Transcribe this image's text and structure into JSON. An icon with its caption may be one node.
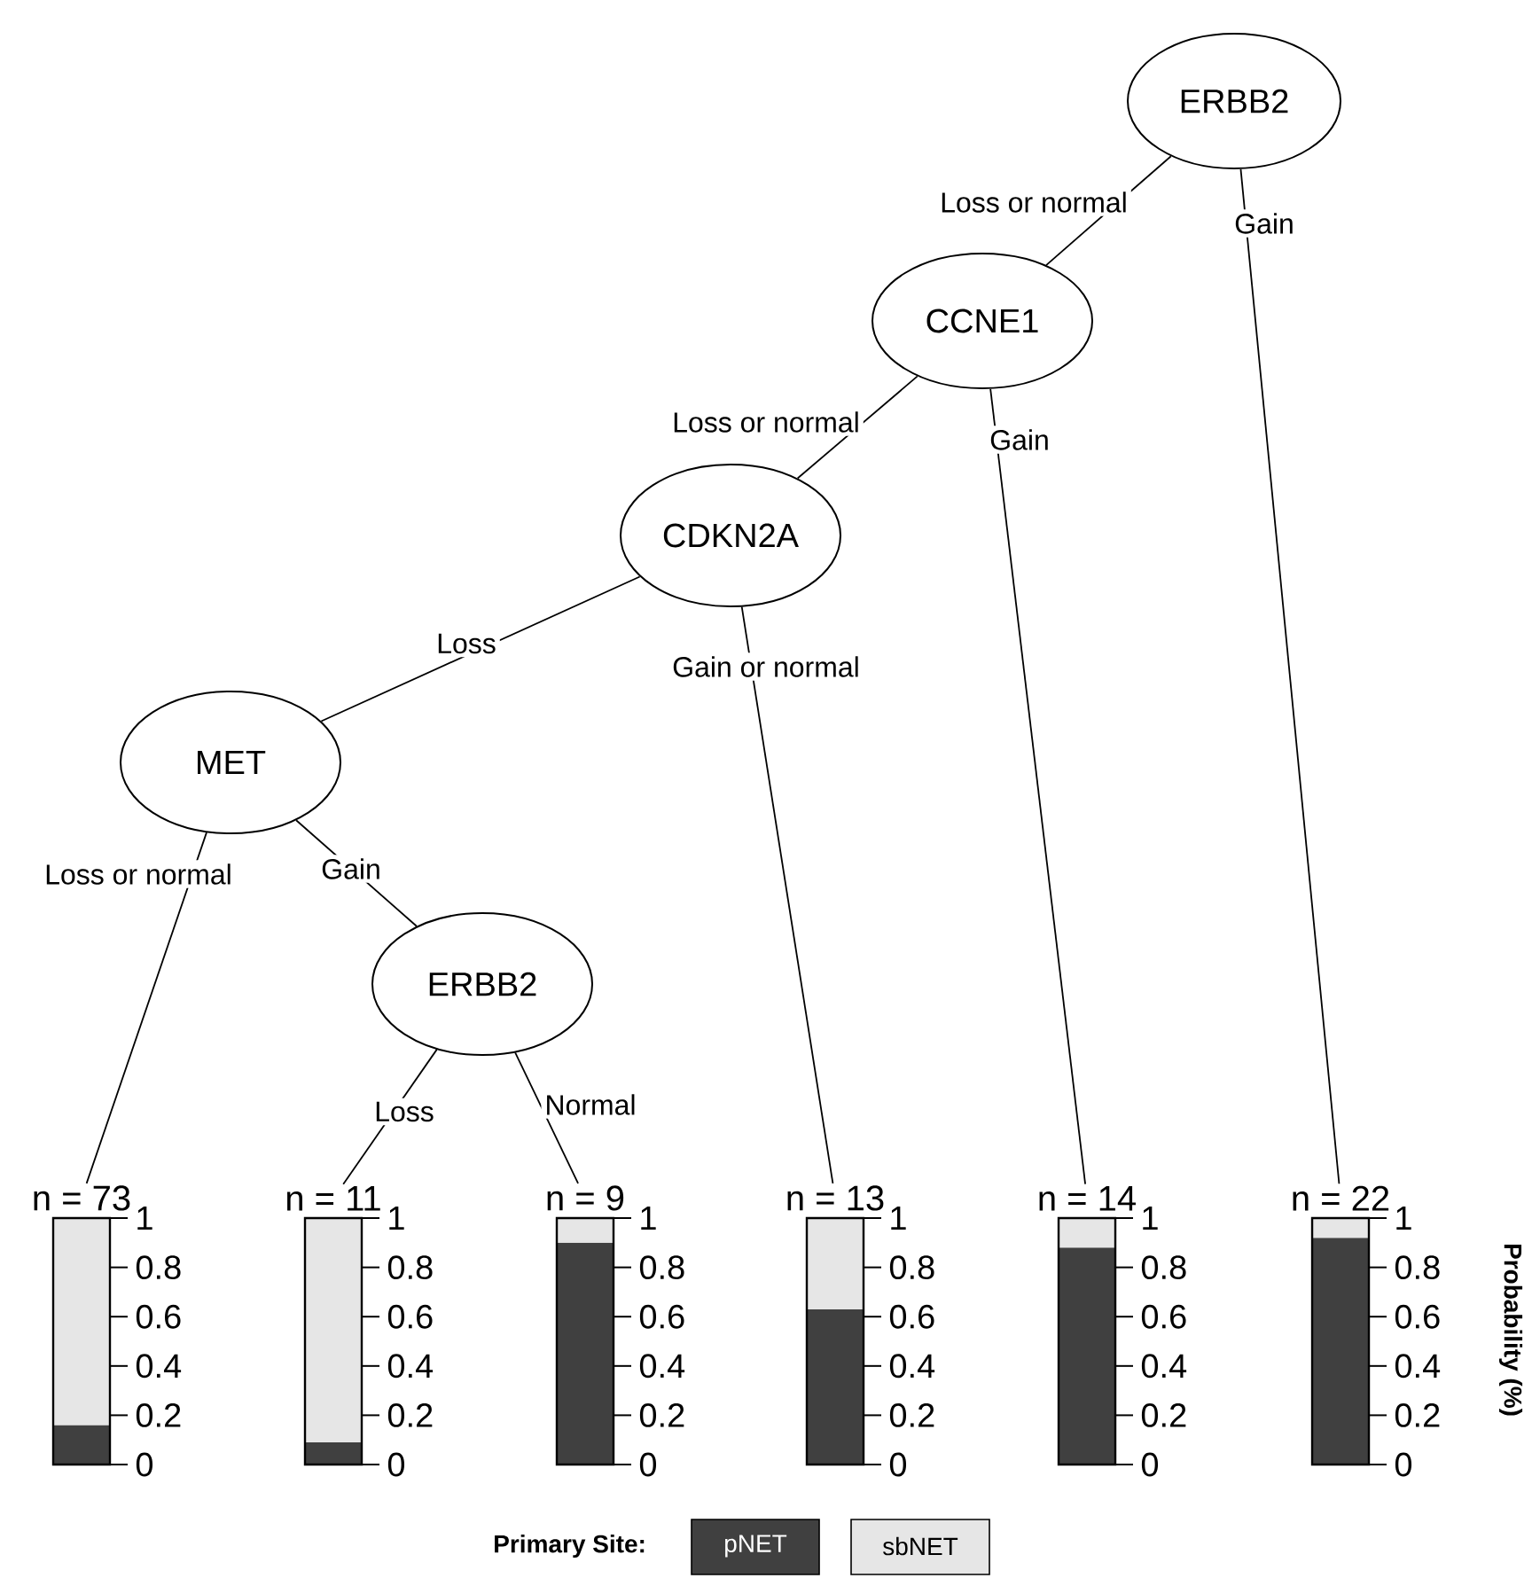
{
  "diagram": {
    "nodes": [
      {
        "text": [
          "ERBB2"
        ]
      },
      {
        "text": [
          "CCNE1"
        ]
      },
      {
        "text": [
          "CDKN2A"
        ]
      },
      {
        "text": [
          "MET"
        ]
      },
      {
        "text": [
          "ERBB2"
        ]
      },
      {
        "text": [
          "n = 73"
        ]
      },
      {
        "text": [
          "n = 11"
        ]
      },
      {
        "text": [
          "n = 9"
        ]
      },
      {
        "text": [
          "n = 13"
        ]
      },
      {
        "text": [
          "n = 14"
        ]
      },
      {
        "text": [
          "n = 22"
        ]
      }
    ],
    "edges": [
      {
        "from": 0,
        "to": 1,
        "arrow": "none",
        "label": "Loss or normal"
      },
      {
        "from": 0,
        "to": 10,
        "arrow": "none",
        "label": "Gain"
      },
      {
        "from": 1,
        "to": 2,
        "arrow": "none",
        "label": "Loss or normal"
      },
      {
        "from": 1,
        "to": 9,
        "arrow": "none",
        "label": "Gain"
      },
      {
        "from": 2,
        "to": 3,
        "arrow": "none",
        "label": "Loss"
      },
      {
        "from": 2,
        "to": 8,
        "arrow": "none",
        "label": "Gain or normal"
      },
      {
        "from": 3,
        "to": 5,
        "arrow": "none",
        "label": "Loss or normal"
      },
      {
        "from": 3,
        "to": 4,
        "arrow": "none",
        "label": "Gain"
      },
      {
        "from": 4,
        "to": 6,
        "arrow": "none",
        "label": "Loss"
      },
      {
        "from": 4,
        "to": 7,
        "arrow": "none",
        "label": "Normal"
      }
    ],
    "labels": [
      "1",
      "0.8",
      "0.6",
      "0.4",
      "0.2",
      "0",
      "1",
      "0.8",
      "0.6",
      "0.4",
      "0.2",
      "0",
      "1",
      "0.8",
      "0.6",
      "0.4",
      "0.2",
      "0",
      "1",
      "0.8",
      "0.6",
      "0.4",
      "0.2",
      "0",
      "1",
      "0.8",
      "0.6",
      "0.4",
      "0.2",
      "0",
      "Primary Site:"
    ],
    "legend": [
      {
        "text": "pNET",
        "color": "#404040"
      },
      {
        "text": "sbNET",
        "color": "#e6e6e6"
      }
    ],
    "chart_data": {
      "type": "bar",
      "stacked": true,
      "ylabel": "Probability (%)",
      "categories": [
        null,
        null,
        null,
        null,
        null,
        null
      ],
      "series": [
        {
          "color": "#404040",
          "values": [
            0.16,
            0.09,
            0.9,
            0.63,
            0.88,
            0.92
          ]
        },
        {
          "color": "#e6e6e6",
          "values": [
            0.84,
            0.91,
            0.1,
            0.37,
            0.12,
            0.08
          ]
        }
      ],
      "ylim": [
        0,
        1
      ],
      "yticks": [
        0,
        0.2,
        0.4,
        0.6,
        0.8,
        1
      ]
    }
  }
}
